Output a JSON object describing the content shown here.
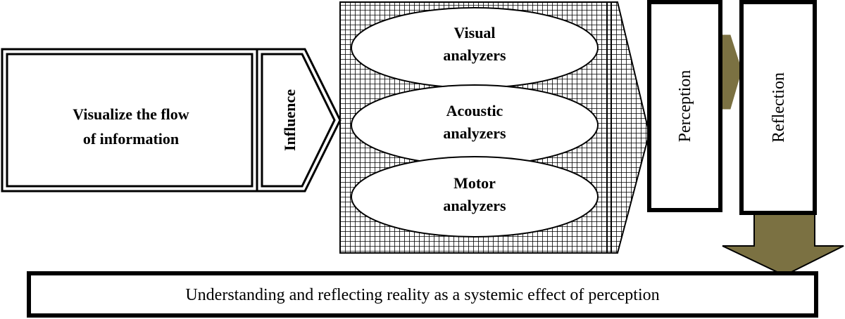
{
  "source_box": {
    "line1": "Visualize the flow",
    "line2": "of information"
  },
  "influence": {
    "label": "Influence"
  },
  "analyzers": [
    {
      "line1": "Visual",
      "line2": "analyzers"
    },
    {
      "line1": "Acoustic",
      "line2": "analyzers"
    },
    {
      "line1": "Motor",
      "line2": "analyzers"
    }
  ],
  "perception": {
    "label": "Perception"
  },
  "reflection": {
    "label": "Reflection"
  },
  "bottom_bar": {
    "label": "Understanding and reflecting reality as a systemic effect of perception"
  },
  "colors": {
    "arrow_fill": "#7b7142",
    "stroke": "#000000",
    "background": "#ffffff"
  }
}
